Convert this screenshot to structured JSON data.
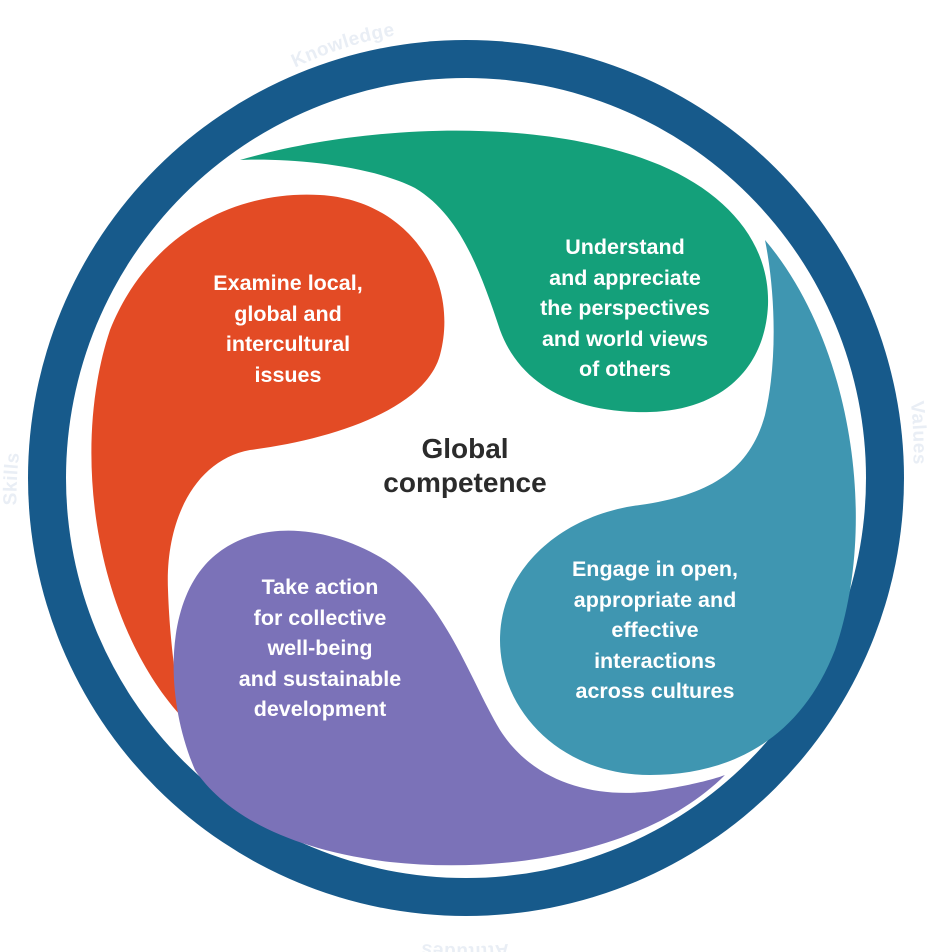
{
  "center": {
    "label": "Global\ncompetence"
  },
  "ring": {
    "labels": {
      "knowledge": "Knowledge",
      "values": "Values",
      "attitudes": "Attitudes",
      "skills": "Skills"
    },
    "colors": {
      "ring": "#175a8b",
      "text": "#e9eef5"
    }
  },
  "petals": {
    "examine": {
      "text": "Examine local,\nglobal and\nintercultural\nissues",
      "color": "#e34b25"
    },
    "understand": {
      "text": "Understand\nand appreciate\nthe perspectives\nand world views\nof others",
      "color": "#14a07a"
    },
    "engage": {
      "text": "Engage in open,\nappropriate and\neffective\ninteractions\nacross cultures",
      "color": "#3f96b1"
    },
    "take_action": {
      "text": "Take action\nfor collective\nwell-being\nand sustainable\ndevelopment",
      "color": "#7b72b8"
    }
  }
}
